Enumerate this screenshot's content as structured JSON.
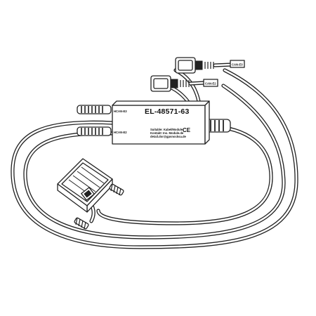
{
  "module": {
    "part_number": "EL-48571-63",
    "ce_mark": "CE",
    "fine_print": [
      "Suitable: Kabel/Module",
      "Kontakt: Ins. Module.de",
      "detail.dor@gpsnocksa.de"
    ]
  },
  "port_labels": {
    "upper_in": "HCAN-E3",
    "lower_in": "HCAN-E2"
  },
  "connector_labels": {
    "connector_1": "CAN-E3",
    "connector_2": "CAN-E2"
  }
}
